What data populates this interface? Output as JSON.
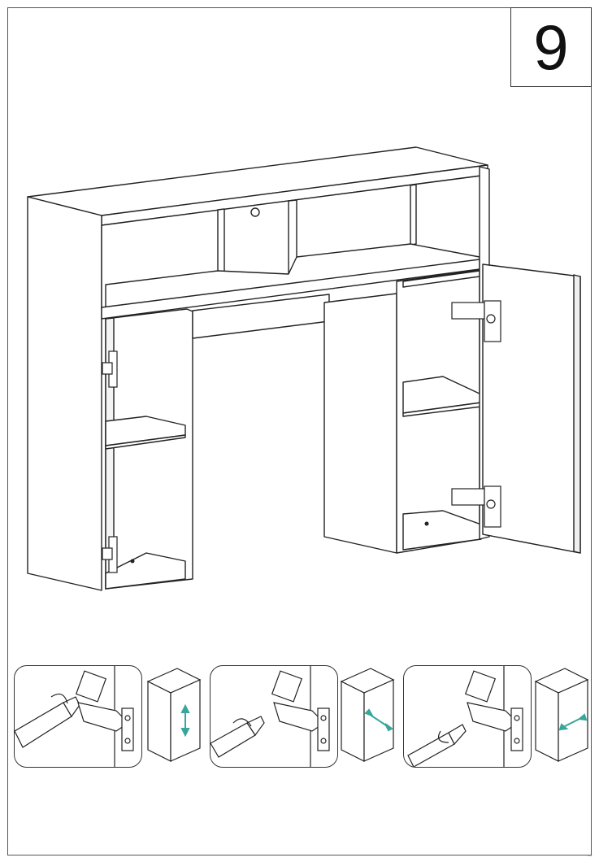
{
  "step": {
    "number": "9"
  },
  "page": {
    "corner_mark": "—"
  },
  "adjustments": [
    {
      "direction": "vertical",
      "arrow_color": "#3aa59a"
    },
    {
      "direction": "depth",
      "arrow_color": "#3aa59a"
    },
    {
      "direction": "lateral",
      "arrow_color": "#3aa59a"
    }
  ]
}
